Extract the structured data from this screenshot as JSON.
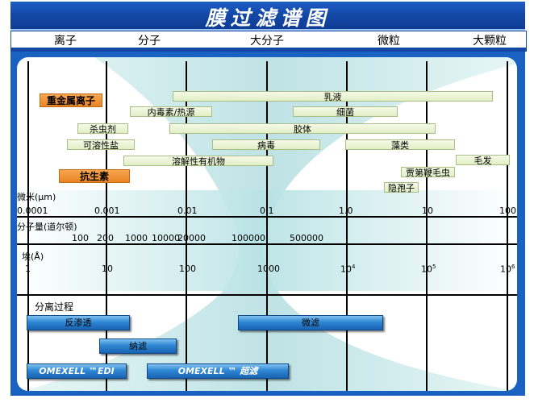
{
  "title": "膜过滤谱图",
  "categories": [
    "离子",
    "分子",
    "大分子",
    "微粒",
    "大颗粒"
  ],
  "size_bars": [
    {
      "id": "emulsion",
      "label": "乳液"
    },
    {
      "id": "endotoxin",
      "label": "内毒素/热源"
    },
    {
      "id": "bacteria",
      "label": "细菌"
    },
    {
      "id": "pesticide",
      "label": "杀虫剂"
    },
    {
      "id": "colloid",
      "label": "胶体"
    },
    {
      "id": "soluble-salt",
      "label": "可溶性盐"
    },
    {
      "id": "virus",
      "label": "病毒"
    },
    {
      "id": "algae",
      "label": "藻类"
    },
    {
      "id": "hair",
      "label": "毛发"
    },
    {
      "id": "dissolved-organics",
      "label": "溶解性有机物"
    },
    {
      "id": "flagellate",
      "label": "贾第鞭毛虫"
    },
    {
      "id": "cryptosporidium",
      "label": "隐孢子"
    }
  ],
  "orange_labels": [
    {
      "id": "heavy-metal-ions",
      "label": "重金属离子"
    },
    {
      "id": "antibiotics",
      "label": "抗生素"
    }
  ],
  "micron_scale": {
    "label": "微米(μm)",
    "ticks": [
      "0.0001",
      "0.001",
      "0.01",
      "0.1",
      "1.0",
      "10",
      "100"
    ]
  },
  "mw_scale": {
    "label": "分子量(道尔顿)",
    "ticks": [
      "100",
      "200",
      "1000",
      "10000",
      "20000",
      "100000",
      "500000"
    ]
  },
  "angstrom_scale": {
    "label": "埃(Å)",
    "ticks": [
      "1",
      "10",
      "100",
      "1000"
    ],
    "power_ticks": [
      {
        "base": "10",
        "exp": "4"
      },
      {
        "base": "10",
        "exp": "5"
      },
      {
        "base": "10",
        "exp": "6"
      }
    ]
  },
  "process_section": {
    "label": "分离过程",
    "bars": [
      {
        "id": "reverse-osmosis",
        "label": "反渗透"
      },
      {
        "id": "microfiltration",
        "label": "微滤"
      },
      {
        "id": "nanofiltration",
        "label": "纳滤"
      },
      {
        "id": "edi",
        "label": "OMEXELL ™EDI"
      },
      {
        "id": "ultrafiltration",
        "label": "OMEXELL ™ 超滤"
      }
    ]
  },
  "colors": {
    "title_blue": "#1449a8",
    "panel_blue": "#1a62c2",
    "funnel_teal": "#bfe5e6",
    "size_bar_green": "#e8f2d0",
    "orange_label": "#f08c2e",
    "process_blue": "#2f87d3"
  }
}
